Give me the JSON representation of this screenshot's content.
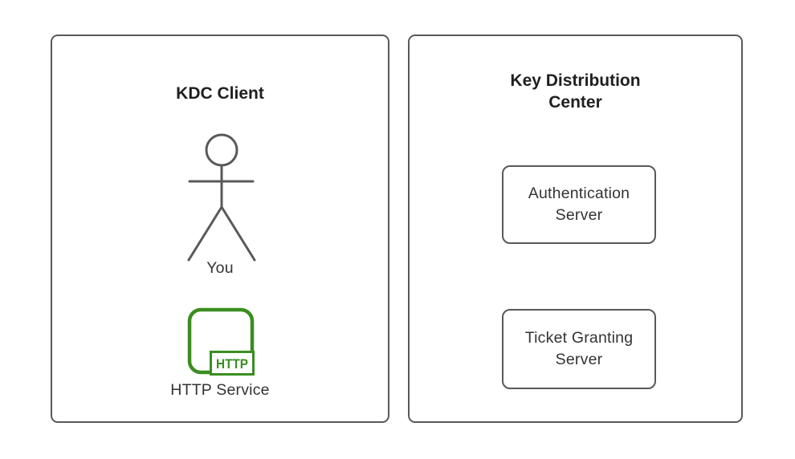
{
  "client_panel": {
    "title": "KDC Client",
    "actor_label": "You",
    "http_service_label": "HTTP Service",
    "http_badge": "HTTP"
  },
  "kdc_panel": {
    "title": "Key Distribution Center",
    "nodes": [
      {
        "label": "Authentication Server"
      },
      {
        "label": "Ticket Granting Server"
      }
    ]
  },
  "colors": {
    "stroke_gray": "#595959",
    "text_dark": "#333333",
    "title_dark": "#1f1f1f",
    "http_green": "#3a8e20",
    "bg": "#ffffff"
  }
}
